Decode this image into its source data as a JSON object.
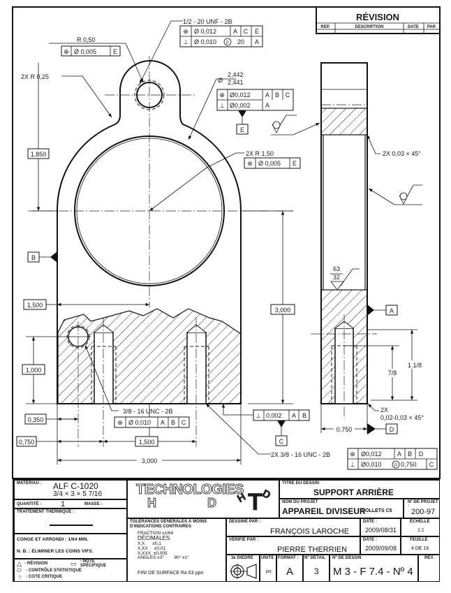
{
  "revision_block": {
    "title": "RÉVISION",
    "columns": [
      "REP.",
      "DESCRIPTION",
      "DATE",
      "PAR"
    ]
  },
  "drawing": {
    "callouts": {
      "thread_top": "1/2 - 20 UNF - 2B",
      "fcf_top_row1": {
        "symbol": "position-icon",
        "tol": "Ø 0,012",
        "datums": [
          "A",
          "C",
          "E"
        ]
      },
      "fcf_top_row2": {
        "symbol": "perpendicularity-icon",
        "tol": "Ø 0,010",
        "modifier": "P",
        "proj": "20",
        "datums": [
          "A"
        ]
      },
      "r050": "R 0,50",
      "fcf_r050": {
        "symbol": "position-icon",
        "tol": "Ø 0,005",
        "datums": [
          "E"
        ]
      },
      "r025": "2X  R 0,25",
      "dia_upper": "2,442",
      "dia_lower": "2,441",
      "dia_symbol": "Ø",
      "fcf_bore_row1": {
        "symbol": "position-icon",
        "tol": "Ø0,012",
        "datums": [
          "A",
          "B",
          "C"
        ]
      },
      "fcf_bore_row2": {
        "symbol": "perpendicularity-icon",
        "tol": "Ø0,002",
        "datums": [
          "A"
        ]
      },
      "datum_e": "E",
      "r150": "2X  R 1,50",
      "fcf_r150": {
        "symbol": "position-icon",
        "tol": "Ø 0,005",
        "datums": [
          "E"
        ]
      },
      "datum_b": "B",
      "dim_1850": "1,850",
      "dim_1500_top": "1,500",
      "dim_1000": "1,000",
      "dim_3000_v": "3,000",
      "thread_bottom": "3/8 - 16 UNC - 2B",
      "fcf_bottom": {
        "symbol": "position-icon",
        "tol": "Ø 0,010",
        "datums": [
          "A",
          "B",
          "C"
        ]
      },
      "fcf_perp_c": {
        "symbol": "perpendicularity-icon",
        "tol": "0,002",
        "datums": [
          "A",
          "B"
        ]
      },
      "datum_c": "C",
      "dim_0350": "0,350",
      "dim_0750": "0,750",
      "dim_1500_bottom": "1,500",
      "dim_3000_h": "3,000",
      "chamfer_top": "2X  0,03 × 45°",
      "roughness_top": "63",
      "roughness_bottom": "32",
      "datum_a": "A",
      "dim_7_8": "7/8",
      "dim_1_1_8": "1 1/8",
      "chamfer_bottom_qty": "2X",
      "chamfer_bottom": "0,02-0,03 × 45°",
      "dim_0750_side": "0,750",
      "datum_d": "D",
      "thread_side": "2X  3/8 - 16 UNC - 2B",
      "fcf_side_row1": {
        "symbol": "position-icon",
        "tol": "Ø0,012",
        "datums": [
          "A",
          "B",
          "D"
        ]
      },
      "fcf_side_row2": {
        "symbol": "perpendicularity-icon",
        "tol": "Ø0,010",
        "modifier": "P",
        "proj": "0,750",
        "datums": [
          "C"
        ]
      }
    }
  },
  "title_block": {
    "material_label": "MATÉRIAU :",
    "material_value": "ALF  C-1020",
    "material_size": "3/4 × 3 × 5 7/16",
    "quantity_label": "QUANTITÉ :",
    "quantity_value": "1",
    "mass_label": "MASSE :",
    "heat_treatment_label": "TRAITEMENT THERMIQUE :",
    "fillet_note": "CONGE ET ARRONDI : 1/64 MIN.",
    "nb_note": "N. B. : ÉLIMINER LES COINS VIFS.",
    "legend_revision": "- RÉVISION",
    "legend_note": "- NOTE SPÉCIFIQUE",
    "legend_stat": "- CONTRÔLE STATISTIQUE",
    "legend_critical": "- COTE CRITIQUE",
    "company_line1": "TECHNOLOGIES",
    "company_line2": "H D",
    "logo_letters": [
      "H",
      "T",
      "D"
    ],
    "tolerance_title": "TOLÉRANCES GÉNÉRALES À MOINS D'INDICATIONS CONTRAIRES",
    "tolerances": [
      "FRACTION  ±1/64",
      "DÉCIMALES",
      "X,X      ±0,1",
      "X,XX     ±0,01",
      "X,XXX  ±0,005",
      "ANGLES ±3°        90° ±1°"
    ],
    "surface_finish": "FINI DE SURFACE Ra 63 µpo",
    "drawing_title_label": "TITRE DU DESSIN",
    "drawing_title": "SUPPORT ARRIÈRE",
    "project_name_label": "NOM DU PROJET",
    "project_name": "APPAREIL DIVISEUR",
    "project_name_suffix": "COLLETS C5",
    "project_no_label": "Nº DE PROJET :",
    "project_no": "200-97",
    "drawn_by_label": "DESSINÉ PAR :",
    "drawn_by": "FRANÇOIS LAROCHE",
    "drawn_date_label": "DATE :",
    "drawn_date": "2009/08/31",
    "scale_label": "ÉCHELLE",
    "scale": "1:1",
    "checked_by_label": "VÉRIFIÉ PAR :",
    "checked_by": "PIERRE THERRIEN",
    "checked_date_label": "DATE :",
    "checked_date": "2009/09/08",
    "sheet_label": "FEUILLE",
    "sheet": "4 DE 16",
    "projection_label": "3e DIÈDRE",
    "unit_label": "UNITÉ",
    "unit": "po",
    "format_label": "FORMAT :",
    "format": "A",
    "detail_label": "Nº DÉTAIL",
    "detail": "3",
    "drawing_no_label": "Nº DE DESSIN",
    "drawing_no": "M 3 - F 7.4 - Nº 4",
    "rev_label": "RÉV."
  }
}
